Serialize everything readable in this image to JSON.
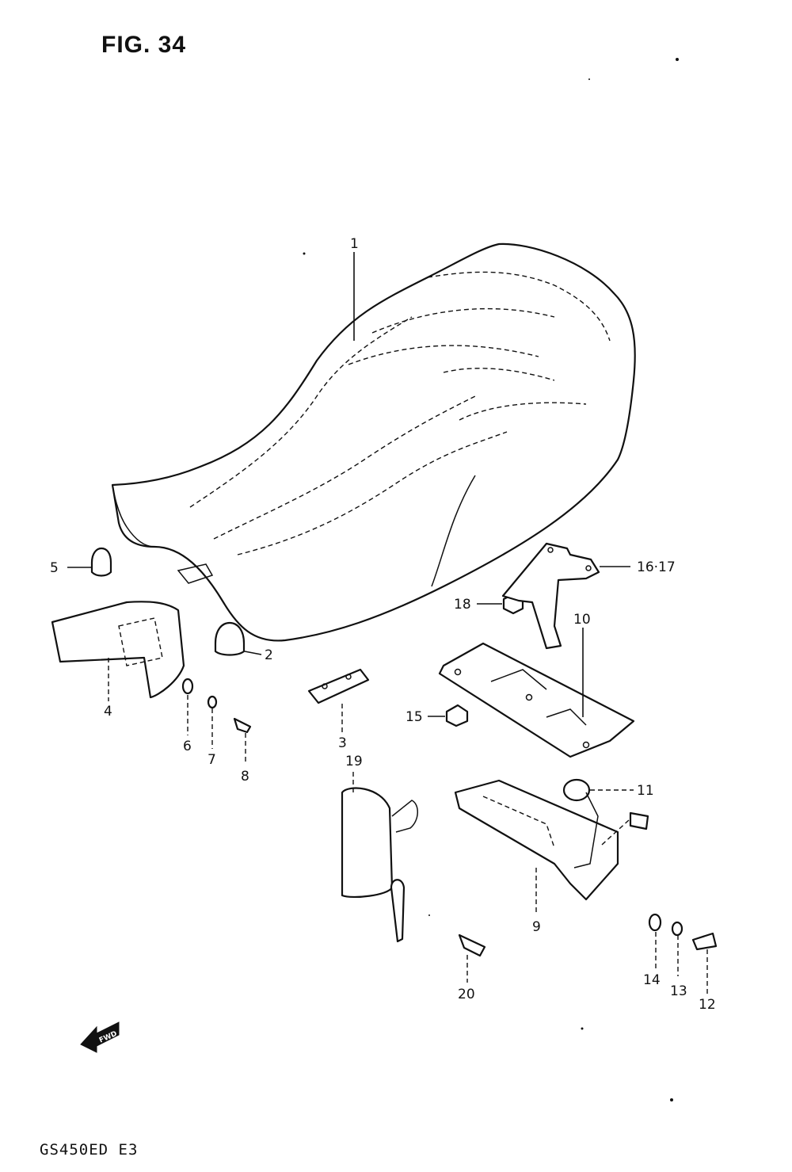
{
  "figure": {
    "title": "FIG. 34",
    "model": "GS450ED  E3",
    "fwd_label": "FWD"
  },
  "callouts": [
    {
      "id": "c1",
      "text": "1"
    },
    {
      "id": "c2",
      "text": "2"
    },
    {
      "id": "c3",
      "text": "3"
    },
    {
      "id": "c4",
      "text": "4"
    },
    {
      "id": "c5",
      "text": "5"
    },
    {
      "id": "c6",
      "text": "6"
    },
    {
      "id": "c7",
      "text": "7"
    },
    {
      "id": "c8",
      "text": "8"
    },
    {
      "id": "c9",
      "text": "9"
    },
    {
      "id": "c10",
      "text": "10"
    },
    {
      "id": "c11",
      "text": "11"
    },
    {
      "id": "c12",
      "text": "12"
    },
    {
      "id": "c13",
      "text": "13"
    },
    {
      "id": "c14",
      "text": "14"
    },
    {
      "id": "c15",
      "text": "15"
    },
    {
      "id": "c1617",
      "text": "16·17"
    },
    {
      "id": "c18",
      "text": "18"
    },
    {
      "id": "c19",
      "text": "19"
    },
    {
      "id": "c20",
      "text": "20"
    }
  ]
}
